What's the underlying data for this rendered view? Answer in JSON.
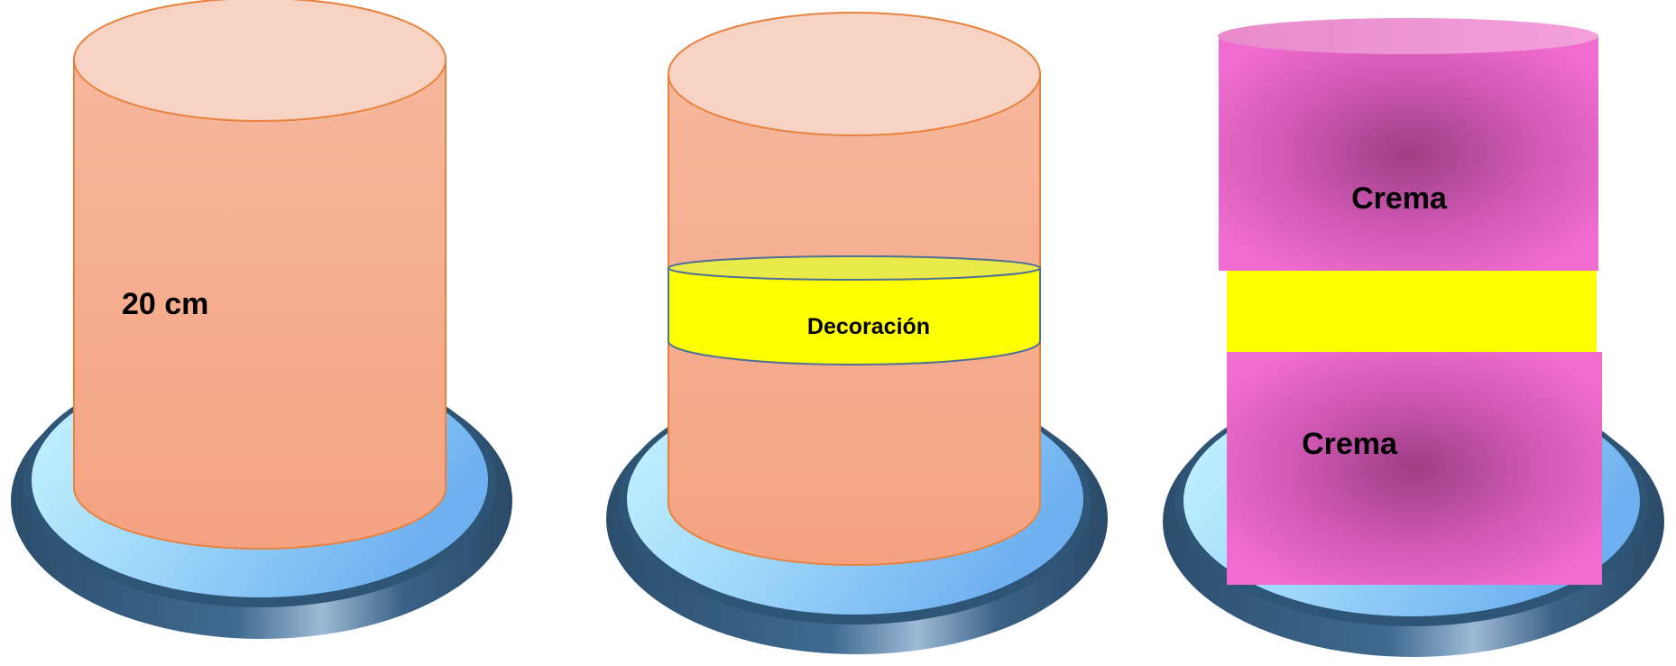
{
  "cakes": [
    {
      "id": "plain-cake",
      "height_label": "20 cm"
    },
    {
      "id": "decorated-cake",
      "band_label": "Decoración"
    },
    {
      "id": "cream-cake",
      "top_label": "Crema",
      "bottom_label": "Crema"
    }
  ],
  "colors": {
    "cake_fill": "#F5AD8E",
    "cake_top": "#F8D3C3",
    "cake_stroke": "#E8823E",
    "decoration": "#FFFF00",
    "decoration_stroke": "#4F7095",
    "cream": "#E764C6",
    "cream_dark": "#A4418B",
    "plate_light": "#BFF0FF",
    "plate_blue": "#78B7F2",
    "plate_rim": "#2C4E6D"
  }
}
